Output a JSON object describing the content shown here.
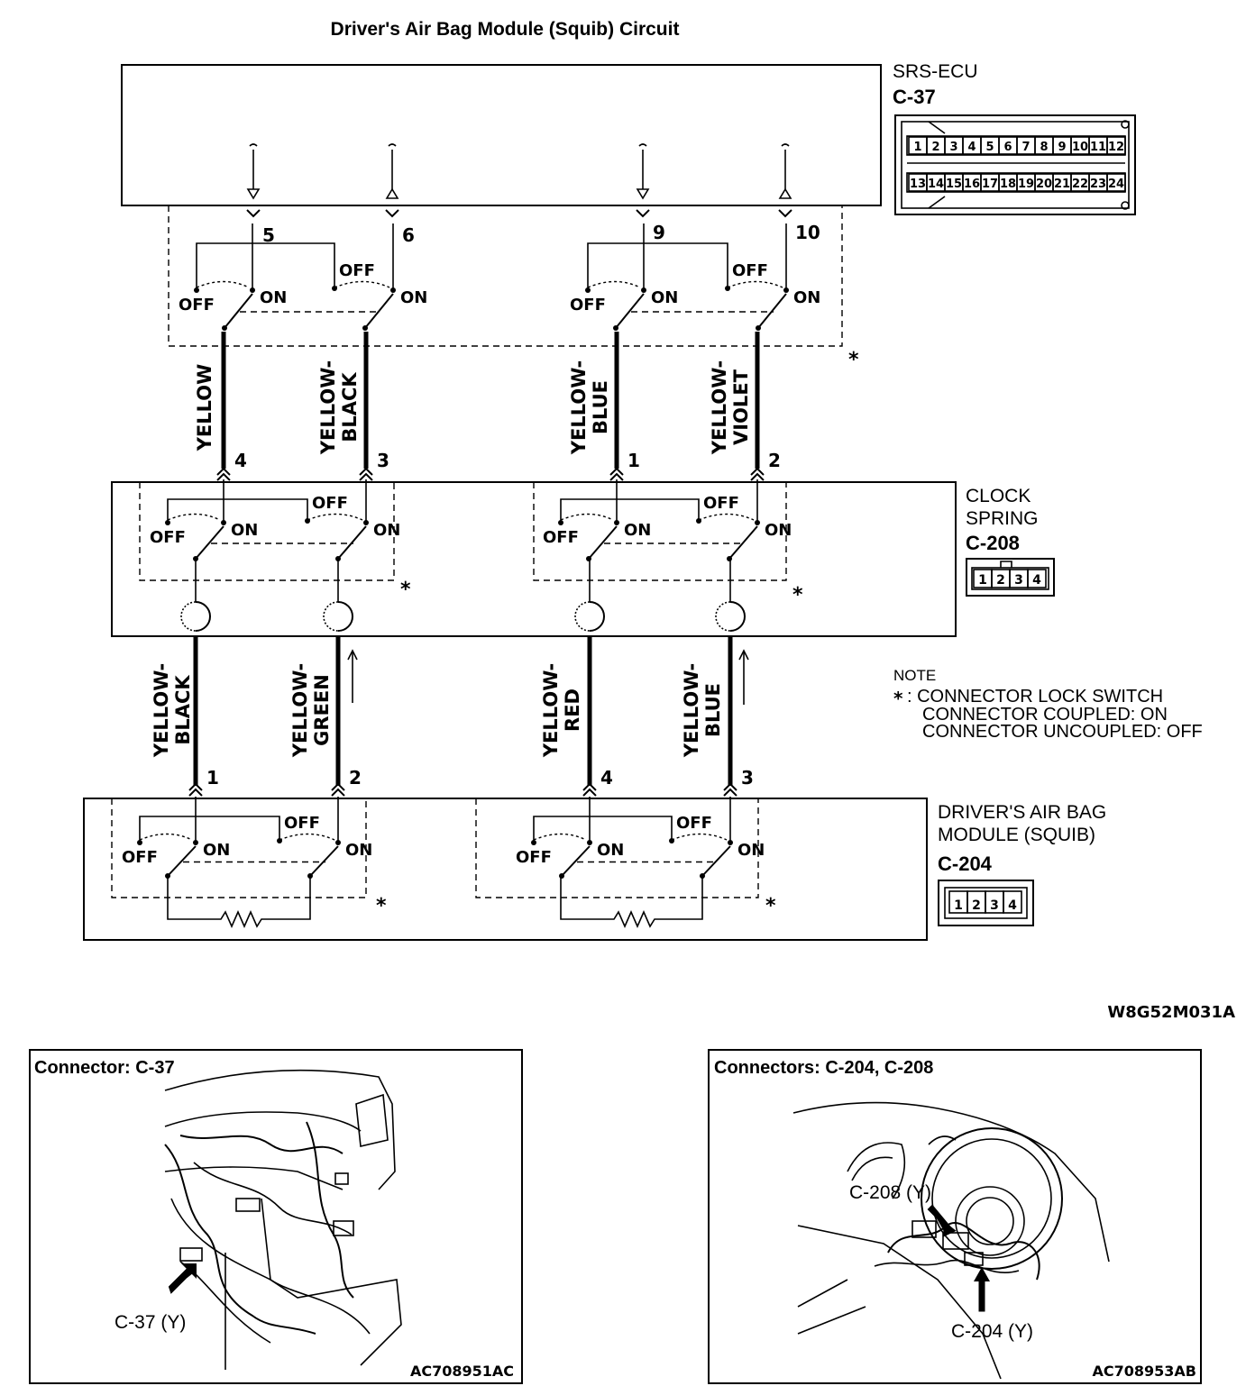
{
  "title": "Driver's Air Bag Module (Squib) Circuit",
  "labels": {
    "off": "OFF",
    "on": "ON",
    "star": "*"
  },
  "ecu": {
    "name": "SRS-ECU",
    "connector": "C-37",
    "pins_top": [
      "1",
      "2",
      "3",
      "4",
      "5",
      "6",
      "7",
      "8",
      "9",
      "10",
      "11",
      "12"
    ],
    "pins_bottom": [
      "13",
      "14",
      "15",
      "16",
      "17",
      "18",
      "19",
      "20",
      "21",
      "22",
      "23",
      "24"
    ],
    "terminals": [
      "5",
      "6",
      "9",
      "10"
    ]
  },
  "upper_wires": [
    "YELLOW",
    "YELLOW-\nBLACK",
    "YELLOW-\nBLUE",
    "YELLOW-\nVIOLET"
  ],
  "clock_spring": {
    "name_line1": "CLOCK",
    "name_line2": "SPRING",
    "connector": "C-208",
    "pins": [
      "1",
      "2",
      "3",
      "4"
    ],
    "terminals": [
      "4",
      "3",
      "1",
      "2"
    ]
  },
  "lower_wires": [
    "YELLOW-\nBLACK",
    "YELLOW-\nGREEN",
    "YELLOW-\nRED",
    "YELLOW-\nBLUE"
  ],
  "module": {
    "name_line1": "DRIVER'S AIR BAG",
    "name_line2": "MODULE (SQUIB)",
    "connector": "C-204",
    "pins": [
      "1",
      "2",
      "3",
      "4"
    ],
    "terminals": [
      "1",
      "2",
      "4",
      "3"
    ]
  },
  "note": {
    "heading": "NOTE",
    "star": "*",
    "line1": ": CONNECTOR LOCK SWITCH",
    "line2": "CONNECTOR COUPLED: ON",
    "line3": "CONNECTOR UNCOUPLED: OFF"
  },
  "figure_code": "W8G52M031A",
  "panel_left": {
    "title": "Connector: C-37",
    "callout": "C-37 (Y)",
    "code": "AC708951AC"
  },
  "panel_right": {
    "title": "Connectors: C-204, C-208",
    "callout_top": "C-208 (Y)",
    "callout_bottom": "C-204 (Y)",
    "code": "AC708953AB"
  }
}
